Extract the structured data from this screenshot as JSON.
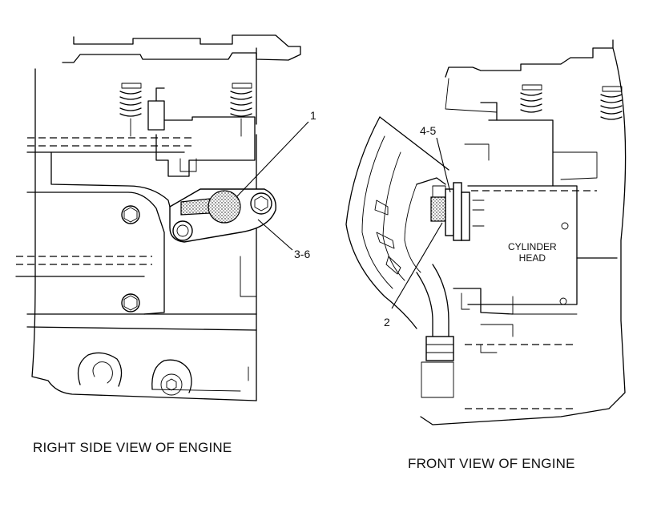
{
  "callouts": {
    "c1": "1",
    "c3_6": "3-6",
    "c4_5": "4-5",
    "c2": "2"
  },
  "part_label": {
    "line1": "CYLINDER",
    "line2": "HEAD"
  },
  "captions": {
    "right_side": "RIGHT SIDE VIEW OF ENGINE",
    "front": "FRONT VIEW OF ENGINE"
  }
}
